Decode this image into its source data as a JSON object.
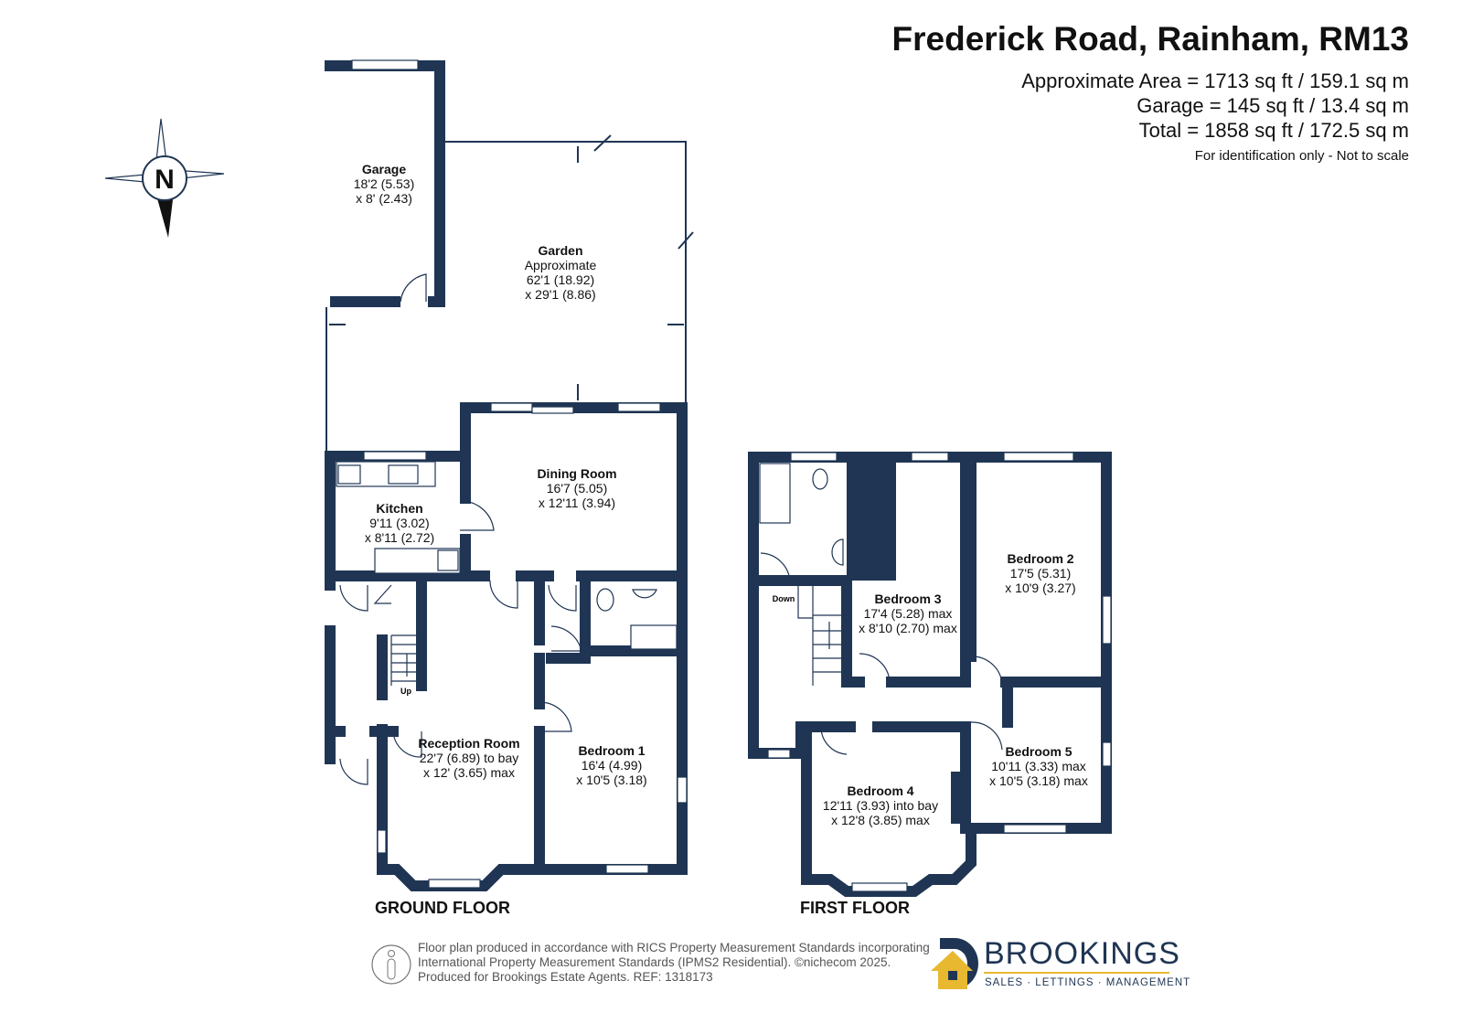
{
  "header": {
    "title": "Frederick Road, Rainham, RM13",
    "approx_area": "Approximate Area = 1713 sq ft / 159.1 sq m",
    "garage_area": "Garage = 145 sq ft / 13.4 sq m",
    "total_area": "Total = 1858 sq ft / 172.5 sq m",
    "note": "For identification only - Not to scale"
  },
  "compass": {
    "label": "N"
  },
  "ground_floor": {
    "label": "GROUND FLOOR",
    "rooms": [
      {
        "name": "Garage",
        "dims": [
          "18'2 (5.53)",
          "x 8' (2.43)"
        ]
      },
      {
        "name": "Garden",
        "dims": [
          "Approximate",
          "62'1 (18.92)",
          "x 29'1 (8.86)"
        ]
      },
      {
        "name": "Dining Room",
        "dims": [
          "16'7 (5.05)",
          "x 12'11 (3.94)"
        ]
      },
      {
        "name": "Kitchen",
        "dims": [
          "9'11 (3.02)",
          "x 8'11 (2.72)"
        ]
      },
      {
        "name": "Reception Room",
        "dims": [
          "22'7 (6.89) to bay",
          "x 12' (3.65) max"
        ]
      },
      {
        "name": "Bedroom 1",
        "dims": [
          "16'4 (4.99)",
          "x 10'5 (3.18)"
        ]
      }
    ],
    "stairs_label": "Up"
  },
  "first_floor": {
    "label": "FIRST FLOOR",
    "rooms": [
      {
        "name": "Bedroom 2",
        "dims": [
          "17'5 (5.31)",
          "x 10'9 (3.27)"
        ]
      },
      {
        "name": "Bedroom 3",
        "dims": [
          "17'4 (5.28) max",
          "x 8'10 (2.70) max"
        ]
      },
      {
        "name": "Bedroom 4",
        "dims": [
          "12'11 (3.93) into bay",
          "x 12'8 (3.85) max"
        ]
      },
      {
        "name": "Bedroom 5",
        "dims": [
          "10'11 (3.33) max",
          "x 10'5 (3.18) max"
        ]
      }
    ],
    "stairs_label": "Down"
  },
  "footer": {
    "lines": [
      "Floor plan produced in accordance with RICS Property Measurement Standards incorporating",
      "International Property Measurement Standards (IPMS2 Residential).   ©nichecom 2025.",
      "Produced for Brookings Estate Agents.   REF: 1318173"
    ]
  },
  "brand": {
    "name": "BROOKINGS",
    "tagline": "SALES · LETTINGS · MANAGEMENT"
  },
  "colors": {
    "wall": "#1f3553",
    "accent": "#e8b830"
  }
}
